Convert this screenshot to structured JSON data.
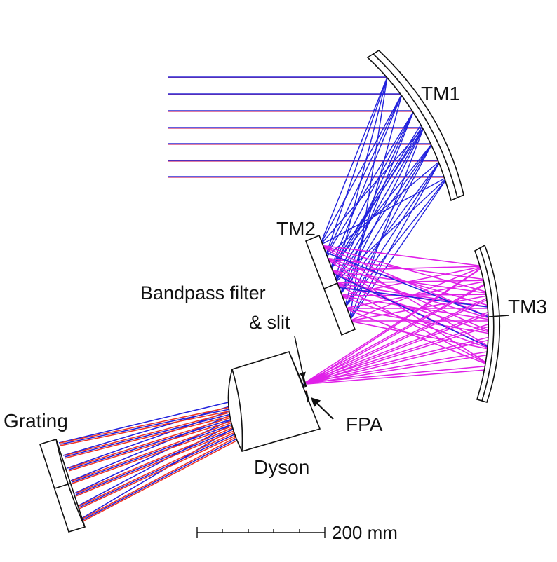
{
  "labels": {
    "tm1": "TM1",
    "tm2": "TM2",
    "tm3": "TM3",
    "bandpass_line1": "Bandpass filter",
    "bandpass_line2": "& slit",
    "grating": "Grating",
    "dyson": "Dyson",
    "fpa": "FPA",
    "scale": "200 mm"
  },
  "colors": {
    "input_rays": "#2b2bd6",
    "input_rays_edge": "#d0306a",
    "magenta_rays": "#e020e8",
    "blue_rays": "#2222dd",
    "red_rays": "#ee3322",
    "optics_outline": "#111111"
  }
}
